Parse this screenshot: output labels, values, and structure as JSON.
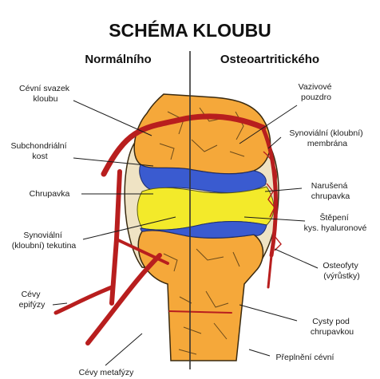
{
  "title": "SCHÉMA KLOUBU",
  "side_headings": {
    "left": "Normálního",
    "right": "Osteoartritického"
  },
  "colors": {
    "bone": "#f5a83a",
    "bone_outline": "#3a2a10",
    "capsule": "#efe3c4",
    "cartilage": "#3a5bd0",
    "synovial_fluid": "#f3ea2a",
    "vessel": "#b81e1e",
    "text": "#1a1a1a",
    "divider": "#333333"
  },
  "labels": {
    "left": [
      [
        "Cévní svazek",
        "kloubu"
      ],
      [
        "Subchondriální",
        "kost"
      ],
      [
        "Chrupavka"
      ],
      [
        "Synoviální",
        "(kloubní) tekutina"
      ],
      [
        "Cévy",
        "epifýzy"
      ],
      [
        "Cévy metafýzy"
      ]
    ],
    "right": [
      [
        "Vazivové",
        "pouzdro"
      ],
      [
        "Synoviální (kloubní)",
        "membrána"
      ],
      [
        "Narušená",
        "chrupavka"
      ],
      [
        "Štěpení",
        "kys. hyaluronové"
      ],
      [
        "Osteofyty",
        "(výrůstky)"
      ],
      [
        "Cysty pod",
        "chrupavkou"
      ],
      [
        "Přeplnění cévní"
      ]
    ]
  }
}
